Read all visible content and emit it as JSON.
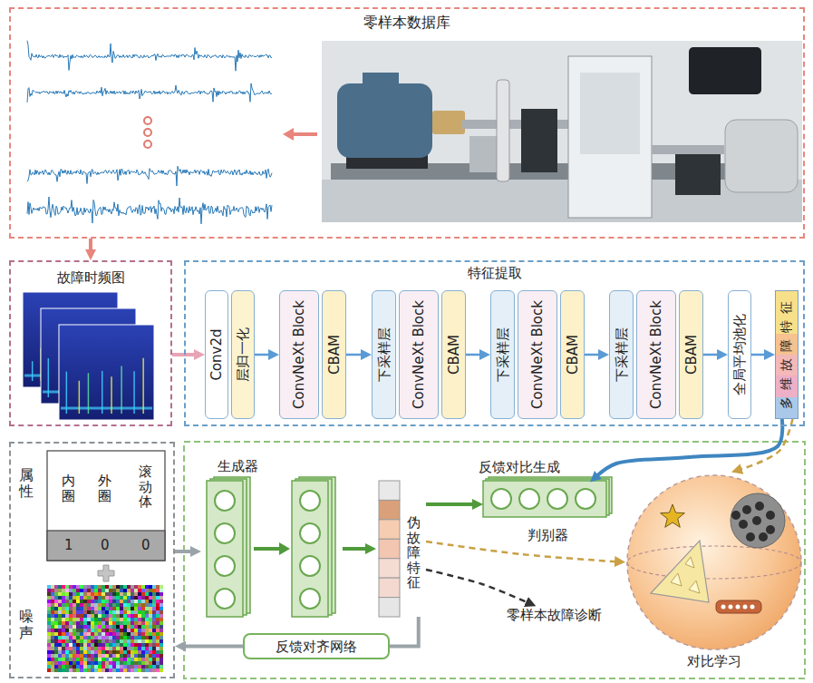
{
  "diagram": {
    "nodes": [
      {
        "text": [
          "零样本数据库"
        ]
      },
      {
        "text": [
          "故障时频图"
        ]
      },
      {
        "text": [
          "特征提取"
        ]
      },
      {
        "text": [
          "Conv2d"
        ],
        "in": 2
      },
      {
        "text": [
          "层归一化"
        ],
        "in": 2
      },
      {
        "text": [
          "ConvNeXt Block"
        ],
        "in": 2
      },
      {
        "text": [
          "CBAM"
        ],
        "in": 2
      },
      {
        "text": [
          "下采样层"
        ],
        "in": 2
      },
      {
        "text": [
          "ConvNeXt Block"
        ],
        "in": 2
      },
      {
        "text": [
          "CBAM"
        ],
        "in": 2
      },
      {
        "text": [
          "下采样层"
        ],
        "in": 2
      },
      {
        "text": [
          "ConvNeXt Block"
        ],
        "in": 2
      },
      {
        "text": [
          "CBAM"
        ],
        "in": 2
      },
      {
        "text": [
          "下采样层"
        ],
        "in": 2
      },
      {
        "text": [
          "ConvNeXt Block"
        ],
        "in": 2
      },
      {
        "text": [
          "CBAM"
        ],
        "in": 2
      },
      {
        "text": [
          "全局平均池化"
        ],
        "in": 2
      },
      {
        "text": [
          "多维故障特征"
        ],
        "in": 2
      },
      {
        "text": [
          "属性",
          "噪声"
        ]
      },
      {
        "text": [
          "生成器"
        ]
      },
      {
        "text": [
          "伪故障特征"
        ]
      },
      {
        "text": [
          "判别器"
        ]
      },
      {
        "text": [
          "对比学习"
        ]
      },
      {
        "text": [
          "零样本故障诊断"
        ]
      },
      {
        "text": [
          "反馈对齐网络"
        ]
      }
    ],
    "edges": [
      {
        "from": 0,
        "to": 1,
        "arrow": "to"
      },
      {
        "from": 1,
        "to": 3,
        "arrow": "to"
      },
      {
        "from": 4,
        "to": 5,
        "arrow": "to"
      },
      {
        "from": 6,
        "to": 7,
        "arrow": "to"
      },
      {
        "from": 9,
        "to": 10,
        "arrow": "to"
      },
      {
        "from": 12,
        "to": 13,
        "arrow": "to"
      },
      {
        "from": 15,
        "to": 16,
        "arrow": "to"
      },
      {
        "from": 16,
        "to": 17,
        "arrow": "to"
      },
      {
        "from": 17,
        "to": 21,
        "arrow": "to"
      },
      {
        "from": 17,
        "to": 22,
        "arrow": "to"
      },
      {
        "from": 18,
        "to": 19,
        "arrow": "to"
      },
      {
        "from": 19,
        "to": 20,
        "arrow": "to"
      },
      {
        "from": 20,
        "to": 21,
        "arrow": "to"
      },
      {
        "from": 20,
        "to": 22,
        "arrow": "to"
      },
      {
        "from": 20,
        "to": 23,
        "arrow": "to"
      },
      {
        "from": 20,
        "to": 24,
        "arrow": "none"
      },
      {
        "from": 24,
        "to": 18,
        "arrow": "to"
      }
    ],
    "labels": [
      "内圈",
      "外圈",
      "滚动体",
      "1",
      "0",
      "0",
      "反馈对比生成"
    ]
  }
}
